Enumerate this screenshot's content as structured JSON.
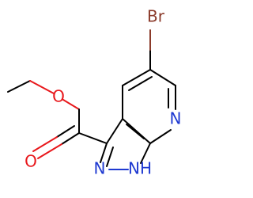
{
  "molecule": {
    "colors": {
      "bond": "#000000",
      "bromine": "#8b3a2a",
      "oxygen": "#e8171b",
      "nitrogen": "#1f3ad1"
    },
    "atoms": {
      "br": "Br",
      "o_ether": "O",
      "o_carbonyl": "O",
      "n_pyridine": "N",
      "n_pyrazole": "N",
      "nh": "NH"
    }
  }
}
